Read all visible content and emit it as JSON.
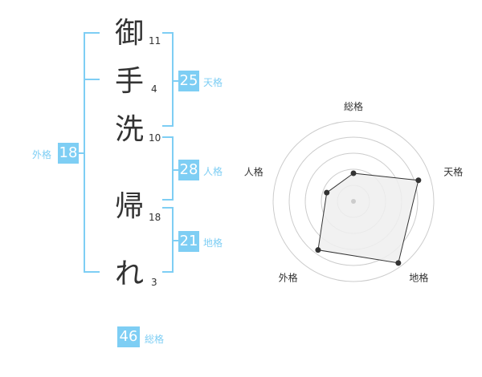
{
  "name": {
    "chars": [
      {
        "char": "御",
        "strokes": "11"
      },
      {
        "char": "手",
        "strokes": "4"
      },
      {
        "char": "洗",
        "strokes": "10"
      },
      {
        "char": "帰",
        "strokes": "18"
      },
      {
        "char": "れ",
        "strokes": "3"
      }
    ]
  },
  "kaku": {
    "tenkaku": {
      "value": "25",
      "label": "天格"
    },
    "jinkaku": {
      "value": "28",
      "label": "人格"
    },
    "chikaku": {
      "value": "21",
      "label": "地格"
    },
    "gaikaku": {
      "value": "18",
      "label": "外格"
    },
    "soukaku": {
      "value": "46",
      "label": "総格"
    }
  },
  "colors": {
    "accent": "#7ecef4",
    "text": "#333333",
    "ring": "#cccccc",
    "fill": "#eeeeee"
  },
  "chart_data": {
    "type": "radar",
    "axes": [
      "総格",
      "天格",
      "地格",
      "外格",
      "人格"
    ],
    "values": [
      0.35,
      0.85,
      0.95,
      0.75,
      0.35
    ],
    "scale": [
      0,
      1
    ],
    "rings": 5
  }
}
